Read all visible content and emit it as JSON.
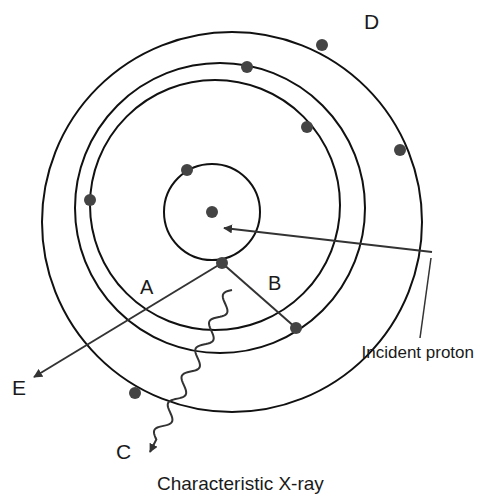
{
  "diagram": {
    "labels": [
      "D",
      "A",
      "B",
      "Incident proton",
      "E",
      "C",
      "Characteristic X-ray"
    ]
  }
}
